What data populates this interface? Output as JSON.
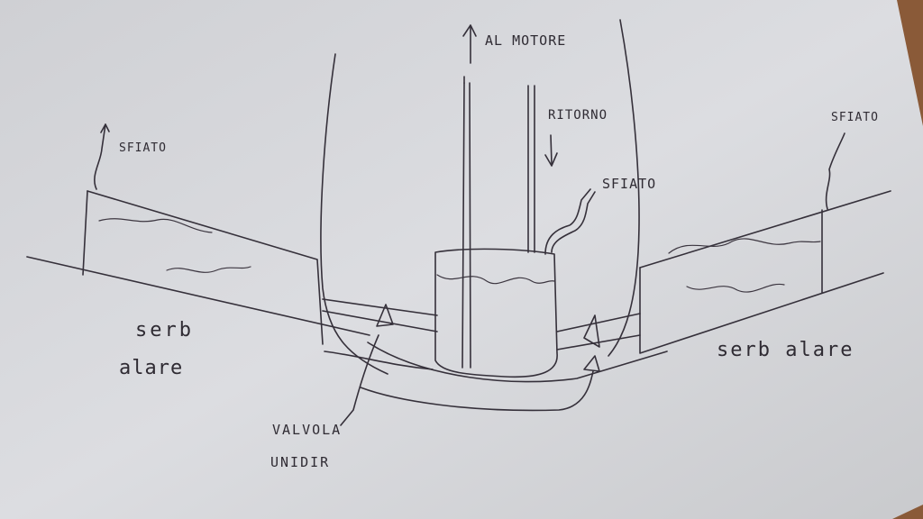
{
  "labels": {
    "al_motore": "AL MOTORE",
    "ritorno": "RITORNO",
    "sfiato_left": "SFIATO",
    "sfiato_center": "SFIATO",
    "sfiato_right": "SFIATO",
    "serb_left_line1": "serb",
    "serb_left_line2": "alare",
    "serb_right": "serb alare",
    "valvola_line1": "VALVOLA",
    "valvola_line2": "UNIDIR"
  },
  "colors": {
    "paper": "#d4d5d9",
    "ink": "#35303a",
    "table": "#8a5a38"
  }
}
